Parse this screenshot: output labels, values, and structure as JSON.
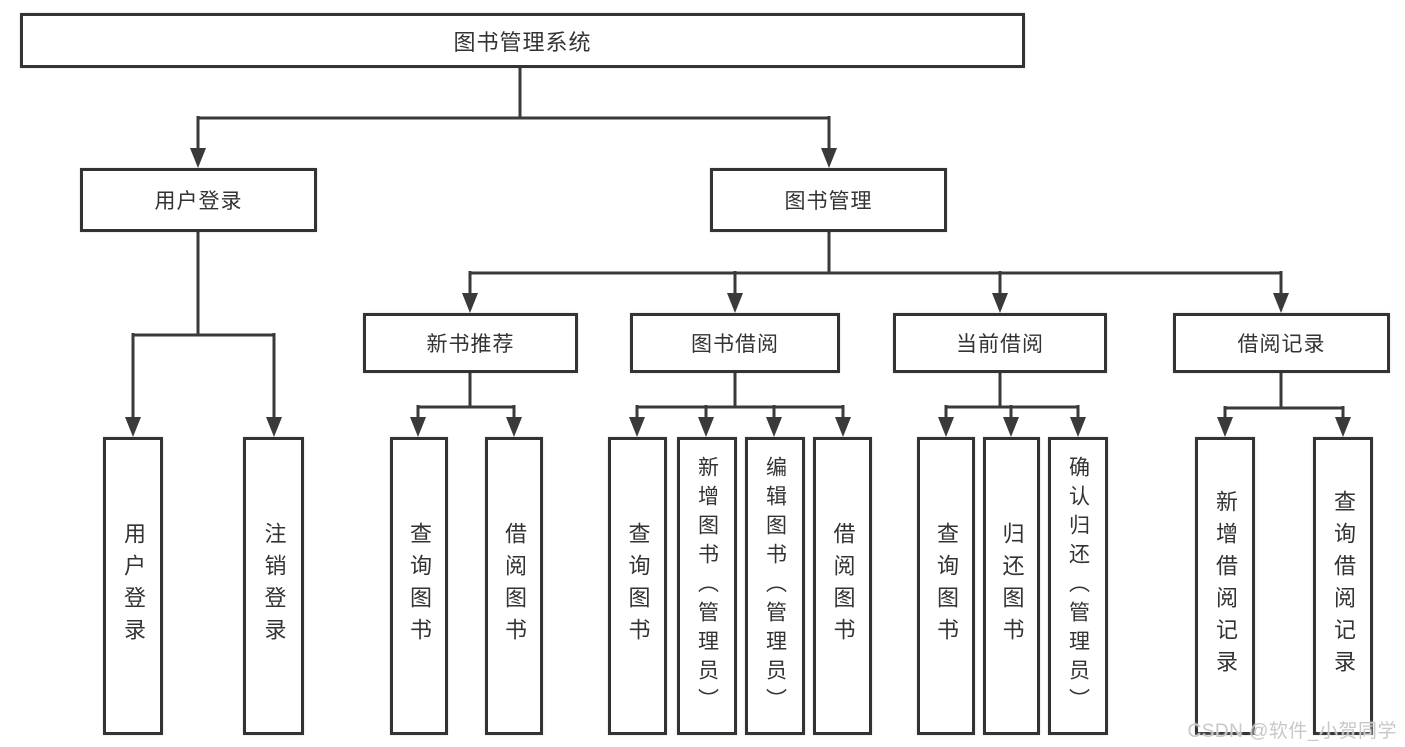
{
  "diagram": {
    "title_node": "图书管理系统",
    "tree": {
      "children": [
        {
          "label": "用户登录",
          "children": [
            {
              "label": "用户登录"
            },
            {
              "label": "注销登录"
            }
          ]
        },
        {
          "label": "图书管理",
          "children": [
            {
              "label": "新书推荐",
              "children": [
                {
                  "label": "查询图书"
                },
                {
                  "label": "借阅图书"
                }
              ]
            },
            {
              "label": "图书借阅",
              "children": [
                {
                  "label": "查询图书"
                },
                {
                  "label": "新增图书（管理员）"
                },
                {
                  "label": "编辑图书（管理员）"
                },
                {
                  "label": "借阅图书"
                }
              ]
            },
            {
              "label": "当前借阅",
              "children": [
                {
                  "label": "查询图书"
                },
                {
                  "label": "归还图书"
                },
                {
                  "label": "确认归还（管理员）"
                }
              ]
            },
            {
              "label": "借阅记录",
              "children": [
                {
                  "label": "新增借阅记录"
                },
                {
                  "label": "查询借阅记录"
                }
              ]
            }
          ]
        }
      ]
    },
    "colors": {
      "line": "#3a3a3a",
      "box_border": "#333333",
      "box_fill": "#ffffff",
      "text": "#333333",
      "watermark": "#c8c8c8"
    }
  },
  "watermark": {
    "text": "CSDN @软件_小贺同学"
  }
}
